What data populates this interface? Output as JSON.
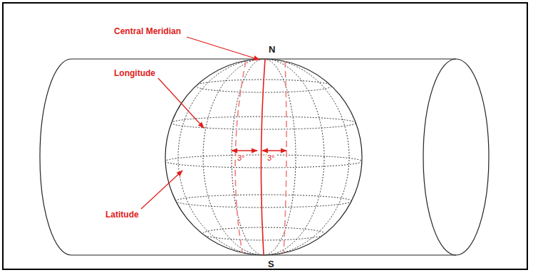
{
  "diagram": {
    "labels": [
      "Central Meridian",
      "N",
      "Longitude",
      "Latitude",
      "3°",
      "3°",
      "S"
    ]
  }
}
